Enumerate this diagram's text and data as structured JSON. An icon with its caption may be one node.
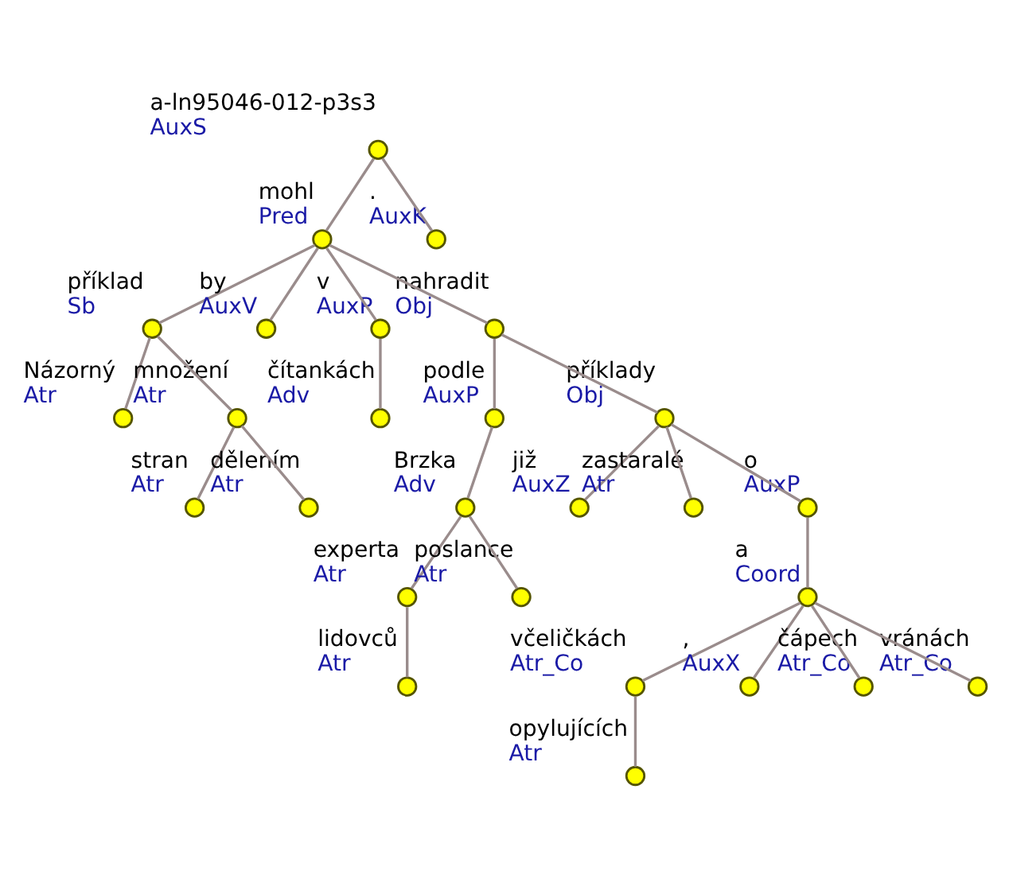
{
  "diagram": {
    "nodes": [
      {
        "text": [
          "a-ln95046-012-p3s3",
          "AuxS"
        ]
      },
      {
        "text": [
          "mohl",
          "Pred"
        ]
      },
      {
        "text": [
          ".",
          "AuxK"
        ]
      },
      {
        "text": [
          "příklad",
          "Sb"
        ]
      },
      {
        "text": [
          "by",
          "AuxV"
        ]
      },
      {
        "text": [
          "v",
          "AuxP"
        ]
      },
      {
        "text": [
          "nahradit",
          "Obj"
        ]
      },
      {
        "text": [
          "Názorný",
          "Atr"
        ]
      },
      {
        "text": [
          "množení",
          "Atr"
        ]
      },
      {
        "text": [
          "podle",
          "AuxP"
        ]
      },
      {
        "text": [
          "čítankách",
          "Adv"
        ]
      },
      {
        "text": [
          "příklady",
          "Obj"
        ]
      },
      {
        "text": [
          "stran",
          "Atr"
        ]
      },
      {
        "text": [
          "dělením",
          "Atr"
        ]
      },
      {
        "text": [
          "Brzka",
          "Adv"
        ]
      },
      {
        "text": [
          "již",
          "AuxZ"
        ]
      },
      {
        "text": [
          "zastaralé",
          "Atr"
        ]
      },
      {
        "text": [
          "o",
          "AuxP"
        ]
      },
      {
        "text": [
          "experta",
          "Atr"
        ]
      },
      {
        "text": [
          "poslance",
          "Atr"
        ]
      },
      {
        "text": [
          "a",
          "Coord"
        ]
      },
      {
        "text": [
          "lidovců",
          "Atr"
        ]
      },
      {
        "text": [
          "včeličkách",
          "Atr_Co"
        ]
      },
      {
        "text": [
          ",",
          "AuxX"
        ]
      },
      {
        "text": [
          "čápech",
          "Atr_Co"
        ]
      },
      {
        "text": [
          "vránách",
          "Atr_Co"
        ]
      },
      {
        "text": [
          "opylujících",
          "Atr"
        ]
      }
    ],
    "edges": [
      {
        "from": 0,
        "to": 1,
        "arrow": "none"
      },
      {
        "from": 0,
        "to": 2,
        "arrow": "none"
      },
      {
        "from": 1,
        "to": 3,
        "arrow": "none"
      },
      {
        "from": 1,
        "to": 4,
        "arrow": "none"
      },
      {
        "from": 1,
        "to": 5,
        "arrow": "none"
      },
      {
        "from": 1,
        "to": 6,
        "arrow": "none"
      },
      {
        "from": 3,
        "to": 7,
        "arrow": "none"
      },
      {
        "from": 3,
        "to": 8,
        "arrow": "none"
      },
      {
        "from": 6,
        "to": 9,
        "arrow": "none"
      },
      {
        "from": 5,
        "to": 10,
        "arrow": "none"
      },
      {
        "from": 6,
        "to": 11,
        "arrow": "none"
      },
      {
        "from": 8,
        "to": 12,
        "arrow": "none"
      },
      {
        "from": 8,
        "to": 13,
        "arrow": "none"
      },
      {
        "from": 9,
        "to": 14,
        "arrow": "none"
      },
      {
        "from": 11,
        "to": 15,
        "arrow": "none"
      },
      {
        "from": 11,
        "to": 16,
        "arrow": "none"
      },
      {
        "from": 11,
        "to": 17,
        "arrow": "none"
      },
      {
        "from": 14,
        "to": 18,
        "arrow": "none"
      },
      {
        "from": 14,
        "to": 19,
        "arrow": "none"
      },
      {
        "from": 17,
        "to": 20,
        "arrow": "none"
      },
      {
        "from": 18,
        "to": 21,
        "arrow": "none"
      },
      {
        "from": 20,
        "to": 22,
        "arrow": "none"
      },
      {
        "from": 20,
        "to": 23,
        "arrow": "none"
      },
      {
        "from": 20,
        "to": 24,
        "arrow": "none"
      },
      {
        "from": 20,
        "to": 25,
        "arrow": "none"
      },
      {
        "from": 22,
        "to": 26,
        "arrow": "none"
      }
    ]
  }
}
